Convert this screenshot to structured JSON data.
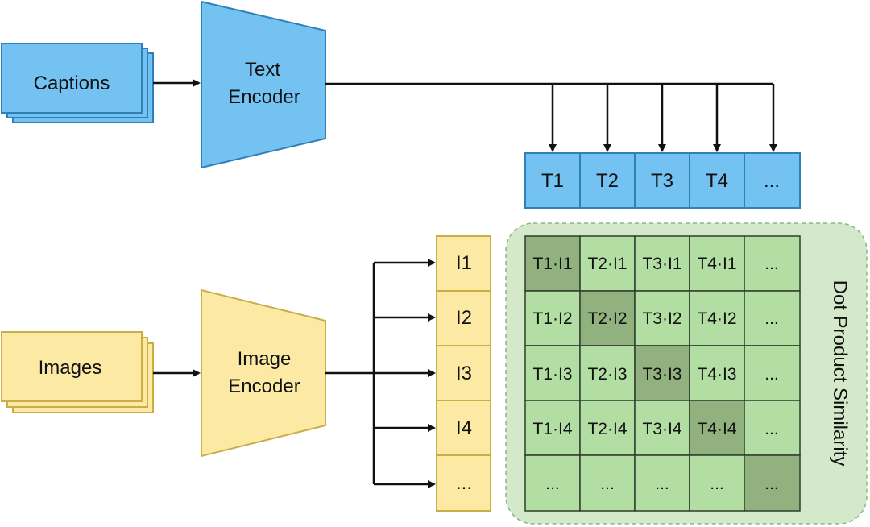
{
  "colors": {
    "text_blue_fill": "#74C2F2",
    "text_blue_stroke": "#2F7FB9",
    "image_yellow_fill": "#FBE9A4",
    "image_yellow_stroke": "#C9AE48",
    "matrix_bg": "#D3E9C9",
    "matrix_bg_stroke": "#8DB58E",
    "cell_fill": "#B3DEA3",
    "cell_diag_fill": "#91B27E",
    "grid_stroke": "#2D3D2D",
    "arrow": "#111111"
  },
  "captions_label": "Captions",
  "images_label": "Images",
  "text_encoder": {
    "line1": "Text",
    "line2": "Encoder"
  },
  "image_encoder": {
    "line1": "Image",
    "line2": "Encoder"
  },
  "text_tokens": [
    "T1",
    "T2",
    "T3",
    "T4",
    "..."
  ],
  "image_tokens": [
    "I1",
    "I2",
    "I3",
    "I4",
    "..."
  ],
  "matrix_rows": [
    [
      "T1·I1",
      "T2·I1",
      "T3·I1",
      "T4·I1",
      "..."
    ],
    [
      "T1·I2",
      "T2·I2",
      "T3·I2",
      "T4·I2",
      "..."
    ],
    [
      "T1·I3",
      "T2·I3",
      "T3·I3",
      "T4·I3",
      "..."
    ],
    [
      "T1·I4",
      "T2·I4",
      "T3·I4",
      "T4·I4",
      "..."
    ],
    [
      "...",
      "...",
      "...",
      "...",
      "..."
    ]
  ],
  "similarity_label": "Dot Product Similarity"
}
